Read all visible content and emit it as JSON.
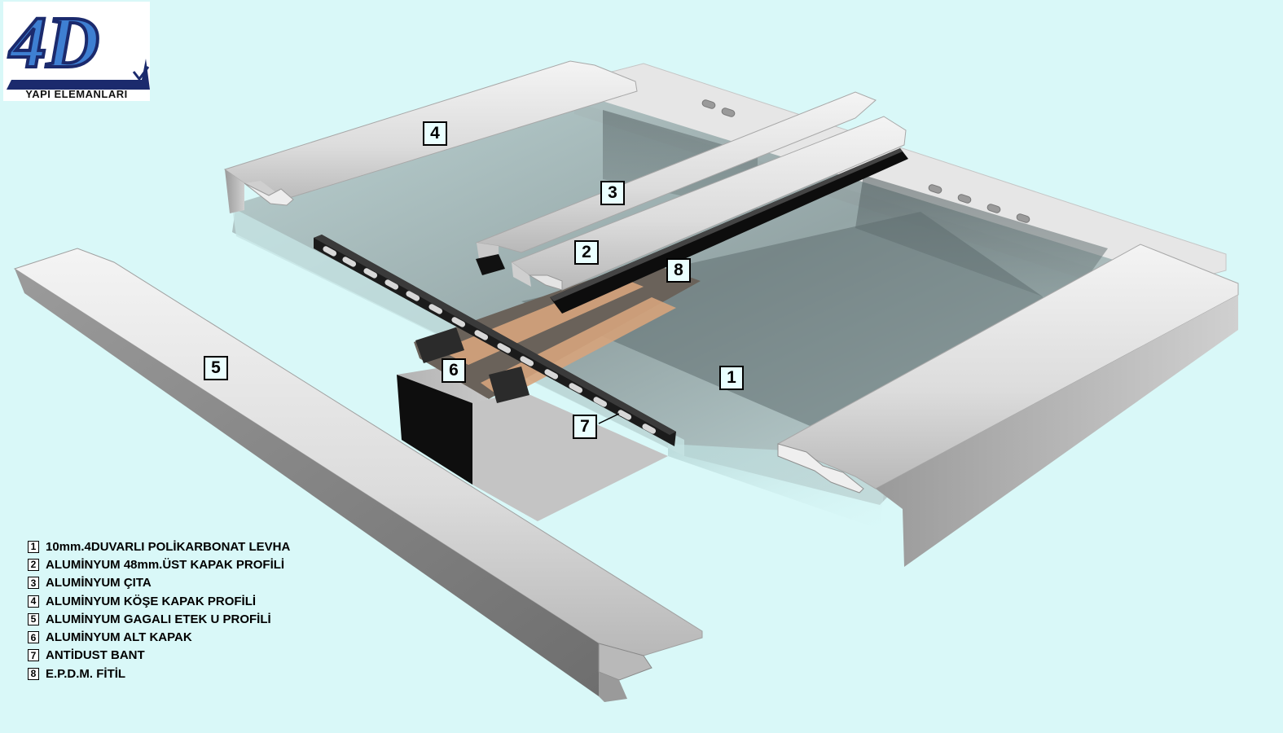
{
  "logo": {
    "mark": "4D",
    "caption": "YAPI ELEMANLARI"
  },
  "callouts": [
    "1",
    "2",
    "3",
    "4",
    "5",
    "6",
    "7",
    "8"
  ],
  "legend": [
    {
      "num": "1",
      "text": "10mm.4DUVARLI POLİKARBONAT LEVHA"
    },
    {
      "num": "2",
      "text": "ALUMİNYUM 48mm.ÜST KAPAK PROFİLİ"
    },
    {
      "num": "3",
      "text": "ALUMİNYUM ÇITA"
    },
    {
      "num": "4",
      "text": "ALUMİNYUM KÖŞE KAPAK PROFİLİ"
    },
    {
      "num": "5",
      "text": "ALUMİNYUM GAGALI ETEK U PROFİLİ"
    },
    {
      "num": "6",
      "text": "ALUMİNYUM ALT KAPAK"
    },
    {
      "num": "7",
      "text": "ANTİDUST BANT"
    },
    {
      "num": "8",
      "text": "E.P.D.M. FİTİL"
    }
  ]
}
